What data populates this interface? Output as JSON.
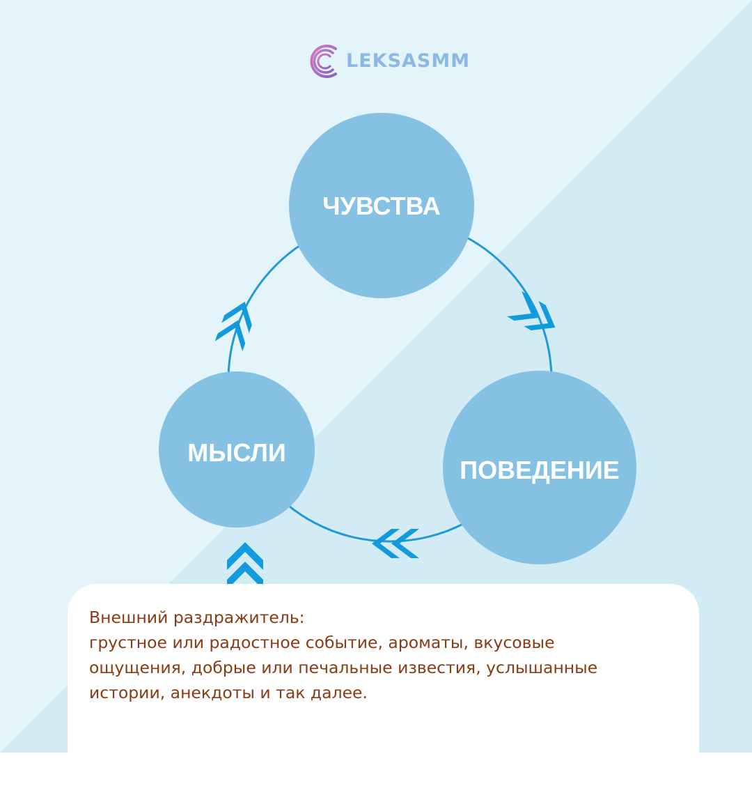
{
  "colors": {
    "background": "#e3f5fb",
    "background_diagonal": "#d3ebf5",
    "node_fill": "#84c1e2",
    "node_text": "#ffffff",
    "cycle_line": "#1f9ad6",
    "arrow": "#119bdc",
    "card_fill": "#ffffff",
    "card_text": "#8a3a14"
  },
  "logo": {
    "text": "LEKSASMM",
    "icon": "circular-swoosh-letter-o-logo"
  },
  "nodes": {
    "feelings": "ЧУВСТВА",
    "thoughts": "МЫСЛИ",
    "behavior": "ПОВЕДЕНИЕ"
  },
  "arrows": {
    "feelings_to_behavior": "double-chevron-down-right-icon",
    "behavior_to_thoughts": "double-chevron-left-icon",
    "thoughts_to_feelings": "double-chevron-up-right-icon",
    "external_to_thoughts": "double-chevron-up-icon"
  },
  "card": {
    "title": "Внешний раздражитель:",
    "lines": [
      "грустное или радостное событие, ароматы, вкусовые",
      "ощущения, добрые или печальные известия, услышанные",
      "истории, анекдоты и так далее."
    ]
  }
}
